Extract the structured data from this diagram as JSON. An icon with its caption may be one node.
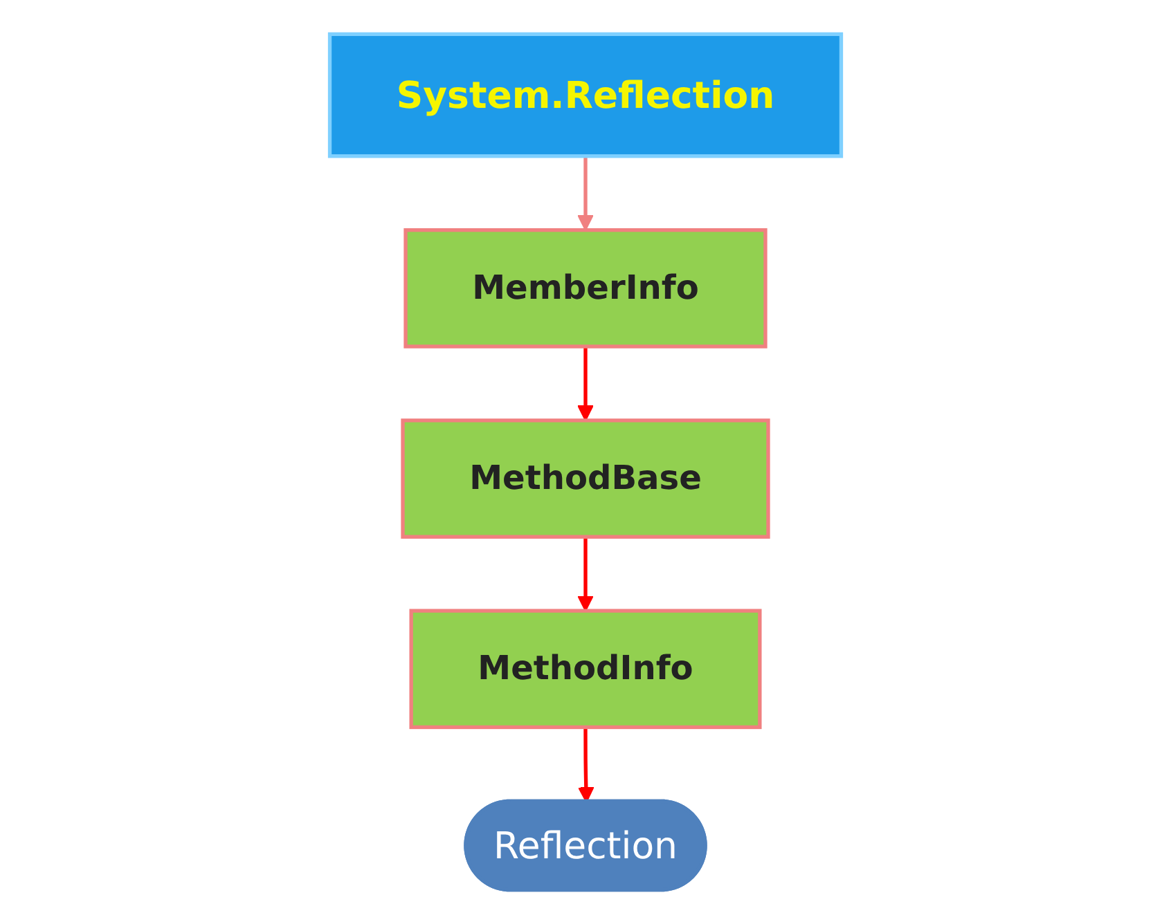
{
  "diagram": {
    "nodes": [
      {
        "text": [
          "System.Reflection"
        ]
      },
      {
        "text": [
          "MemberInfo"
        ]
      },
      {
        "text": [
          "MethodBase"
        ]
      },
      {
        "text": [
          "MethodInfo"
        ]
      },
      {
        "text": [
          "Reflection"
        ]
      }
    ],
    "edges": [
      {
        "from": 0,
        "to": 1,
        "arrow": "to",
        "color": "#f08080"
      },
      {
        "from": 1,
        "to": 2,
        "arrow": "to"
      },
      {
        "from": 2,
        "to": 3,
        "arrow": "to"
      },
      {
        "from": 3,
        "to": 4,
        "arrow": "to"
      }
    ]
  }
}
